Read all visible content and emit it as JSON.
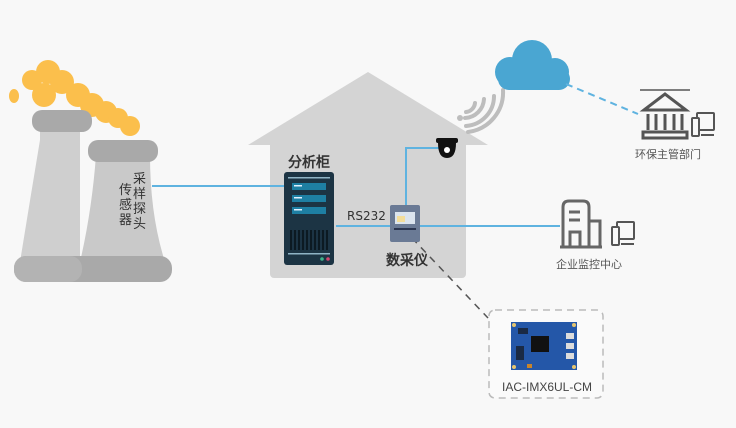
{
  "diagram": {
    "sensor_label_col1": "采样探头",
    "sensor_label_col2": "传感器",
    "cabinet_label": "分析柜",
    "rs232_label": "RS232",
    "collector_label": "数采仪",
    "epb_label": "环保主管部门",
    "enterprise_label": "企业监控中心",
    "module_label": "IAC-IMX6UL-CM"
  },
  "colors": {
    "line_blue": "#5fb3e0",
    "cloud_blue": "#4aa6d2",
    "smoke_orange": "#fbbf4c",
    "tower_grey": "#c9c9c9",
    "tower_dark": "#a9a9a9",
    "house_grey": "#d4d4d4",
    "cabinet_dark": "#1c3444",
    "cabinet_accent": "#1e7fa3",
    "icon_grey": "#555555"
  }
}
